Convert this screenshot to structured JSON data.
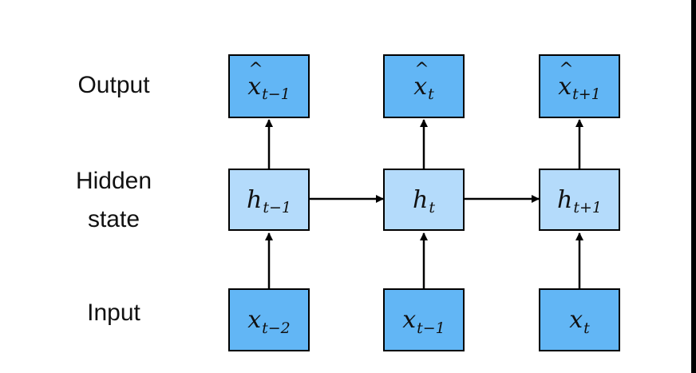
{
  "labels": {
    "output": "Output",
    "hidden_line1": "Hidden",
    "hidden_line2": "state",
    "input": "Input"
  },
  "colors": {
    "output_box": "#62b6f5",
    "hidden_box": "#b4dbfb",
    "input_box": "#62b6f5",
    "border": "#000000"
  },
  "nodes": {
    "outputs": [
      {
        "symbol": "x",
        "hat": "^",
        "sub": "t−1"
      },
      {
        "symbol": "x",
        "hat": "^",
        "sub": "t"
      },
      {
        "symbol": "x",
        "hat": "^",
        "sub": "t+1"
      }
    ],
    "hidden": [
      {
        "symbol": "h",
        "sub": "t−1"
      },
      {
        "symbol": "h",
        "sub": "t"
      },
      {
        "symbol": "h",
        "sub": "t+1"
      }
    ],
    "inputs": [
      {
        "symbol": "x",
        "sub": "t−2"
      },
      {
        "symbol": "x",
        "sub": "t−1"
      },
      {
        "symbol": "x",
        "sub": "t"
      }
    ]
  }
}
